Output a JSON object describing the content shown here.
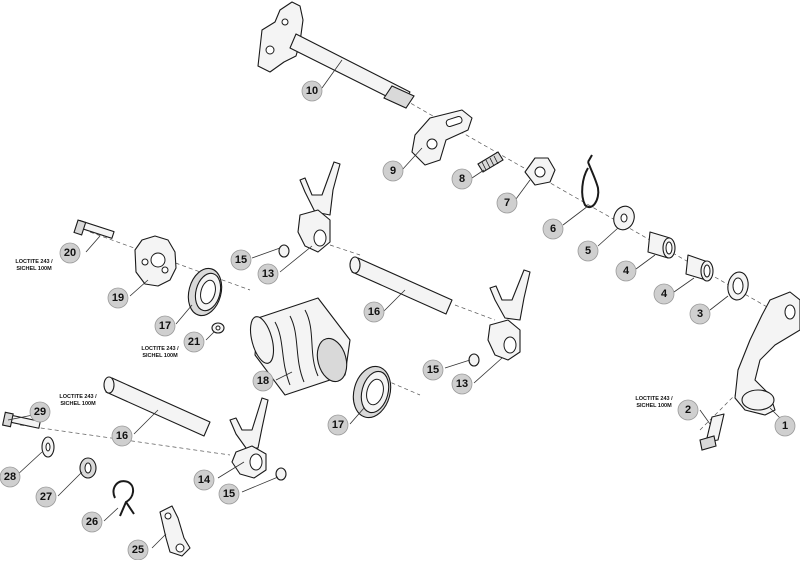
{
  "callouts": [
    {
      "id": "c1",
      "label": "1"
    },
    {
      "id": "c2",
      "label": "2"
    },
    {
      "id": "c3",
      "label": "3"
    },
    {
      "id": "c4a",
      "label": "4"
    },
    {
      "id": "c4b",
      "label": "4"
    },
    {
      "id": "c5",
      "label": "5"
    },
    {
      "id": "c6",
      "label": "6"
    },
    {
      "id": "c7",
      "label": "7"
    },
    {
      "id": "c8",
      "label": "8"
    },
    {
      "id": "c9",
      "label": "9"
    },
    {
      "id": "c10",
      "label": "10"
    },
    {
      "id": "c13a",
      "label": "13"
    },
    {
      "id": "c13b",
      "label": "13"
    },
    {
      "id": "c14",
      "label": "14"
    },
    {
      "id": "c15a",
      "label": "15"
    },
    {
      "id": "c15b",
      "label": "15"
    },
    {
      "id": "c15c",
      "label": "15"
    },
    {
      "id": "c16a",
      "label": "16"
    },
    {
      "id": "c16b",
      "label": "16"
    },
    {
      "id": "c17a",
      "label": "17"
    },
    {
      "id": "c17b",
      "label": "17"
    },
    {
      "id": "c18",
      "label": "18"
    },
    {
      "id": "c19",
      "label": "19"
    },
    {
      "id": "c20",
      "label": "20"
    },
    {
      "id": "c21",
      "label": "21"
    },
    {
      "id": "c25",
      "label": "25"
    },
    {
      "id": "c26",
      "label": "26"
    },
    {
      "id": "c27",
      "label": "27"
    },
    {
      "id": "c28",
      "label": "28"
    },
    {
      "id": "c29",
      "label": "29"
    }
  ],
  "notes": [
    {
      "id": "n20",
      "line1": "LOCTITE 243 /",
      "line2": "SICHEL 100M"
    },
    {
      "id": "n21",
      "line1": "LOCTITE 243 /",
      "line2": "SICHEL 100M"
    },
    {
      "id": "n29",
      "line1": "LOCTITE 243 /",
      "line2": "SICHEL 100M"
    },
    {
      "id": "n2",
      "line1": "LOCTITE 243 /",
      "line2": "SICHEL 100M"
    }
  ]
}
